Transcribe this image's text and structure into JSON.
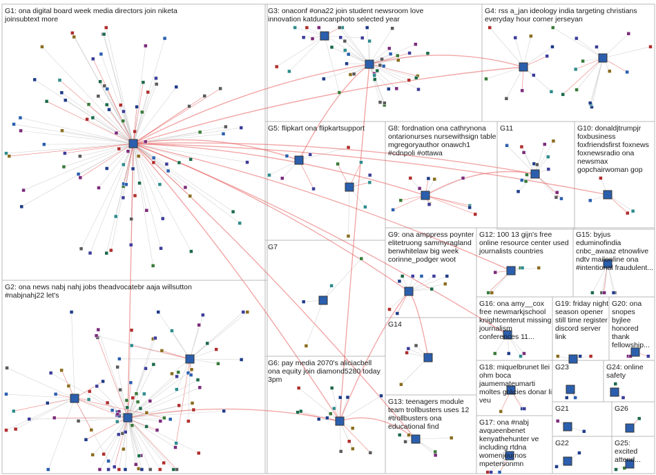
{
  "groups": [
    {
      "id": "G1",
      "label": "G1: ona digital board week media directors join niketa joinsubtext more"
    },
    {
      "id": "G2",
      "label": "G2: ona news nabj nahj jobs theadvocatebr aaja willsutton #nabjnahj22 let's"
    },
    {
      "id": "G3",
      "label": "G3: onaconf #ona22 join student newsroom love innovation katduncanphoto selected year"
    },
    {
      "id": "G4",
      "label": "G4: rss a_jan ideology india targeting christians everyday hour corner jerseyan"
    },
    {
      "id": "G5",
      "label": "G5: flipkart ona flipkartsupport"
    },
    {
      "id": "G6",
      "label": "G6: pay media 2070's aliciacbell ona equity join diamond5280 today 3pm"
    },
    {
      "id": "G7",
      "label": "G7"
    },
    {
      "id": "G8",
      "label": "G8: fordnation ona cathrynona ontarionurses nursewithsign table mgregoryauthor onawch1 #cdnpoli #ottawa"
    },
    {
      "id": "G9",
      "label": "G9: ona amppress poynter elitetruong sammyragland benwhitelaw big week corinne_podger woot"
    },
    {
      "id": "G10",
      "label": "G10: donaldjtrumpjr foxbusiness foxfriendsfirst foxnews foxnewsradio ona newsmax gopchairwoman gop"
    },
    {
      "id": "G11",
      "label": "G11"
    },
    {
      "id": "G12",
      "label": "G12: 100 13 gijn's free online resource center used journalists countries"
    },
    {
      "id": "G13",
      "label": "G13: teenagers module team trollbusters uses 12 #trollbusters ona educational find"
    },
    {
      "id": "G14",
      "label": "G14"
    },
    {
      "id": "G15",
      "label": "G15: byjus eduminofindia cnbc_awaaz etnowlive ndtv mailonline ona #intentional fraudulent..."
    },
    {
      "id": "G16",
      "label": "G16: ona amy__cox free newmarkjschool knightcenterut missing journalism conferences 11..."
    },
    {
      "id": "G17",
      "label": "G17: ona #nabj avqueenbenet kenyathehunter ve including rtdna womenjournos mpetersonmn"
    },
    {
      "id": "G18",
      "label": "G18: miquelbrunet llei ohm boca jaumemateumarti moltes gràcies donar li veu"
    },
    {
      "id": "G19",
      "label": "G19: friday night season opener still time register discord server link"
    },
    {
      "id": "G20",
      "label": "G20: ona snopes byjlee honored thank fellowship..."
    },
    {
      "id": "G21",
      "label": "G21"
    },
    {
      "id": "G22",
      "label": "G22"
    },
    {
      "id": "G23",
      "label": "G23"
    },
    {
      "id": "G24",
      "label": "G24: online safety"
    },
    {
      "id": "G25",
      "label": "G25: excited attend..."
    },
    {
      "id": "G26",
      "label": "G26"
    }
  ],
  "colors": {
    "background": "#ffffff",
    "panel_border": "#b8b8b8",
    "edge": "#c8c8c8",
    "edge_strong": "#e85c5c",
    "label_text": "#1a1a1a"
  }
}
